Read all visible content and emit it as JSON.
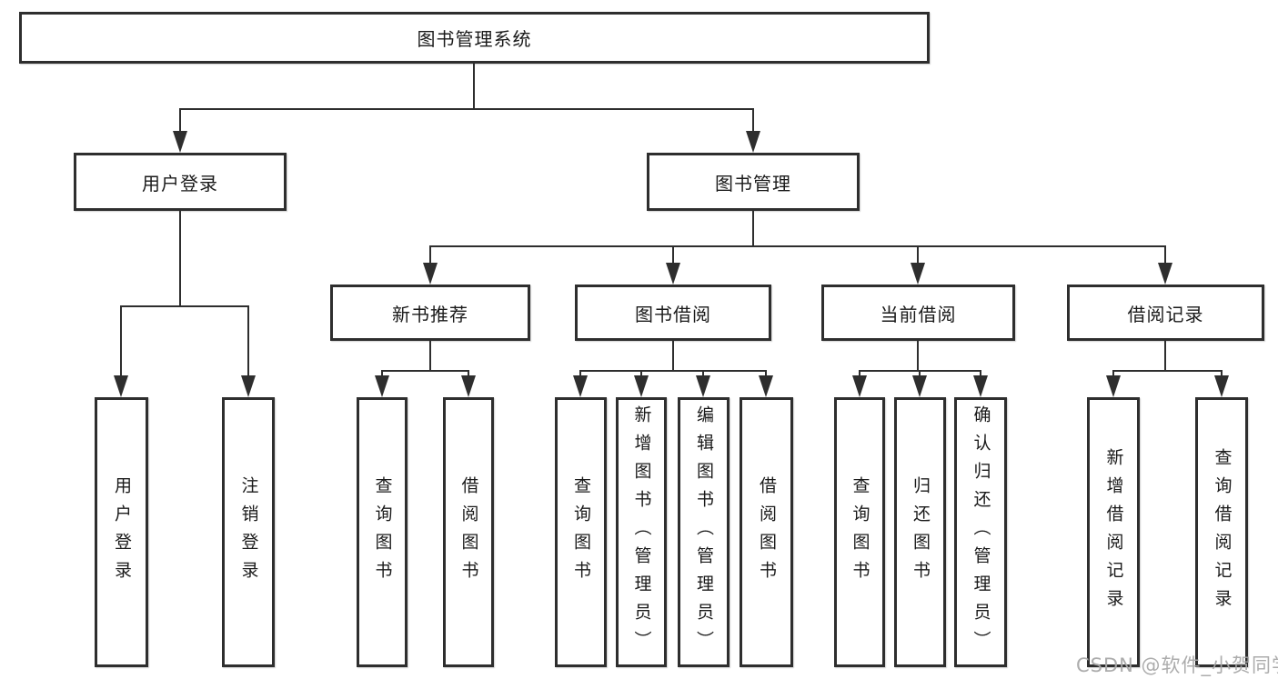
{
  "diagram": {
    "title": "图书管理系统",
    "type": "functional-structure-tree"
  },
  "tree": {
    "label": "图书管理系统",
    "children": [
      {
        "label": "用户登录",
        "children": [
          {
            "label": "用户登录"
          },
          {
            "label": "注销登录"
          }
        ]
      },
      {
        "label": "图书管理",
        "children": [
          {
            "label": "新书推荐",
            "children": [
              {
                "label": "查询图书"
              },
              {
                "label": "借阅图书"
              }
            ]
          },
          {
            "label": "图书借阅",
            "children": [
              {
                "label": "查询图书"
              },
              {
                "label": "新增图书（管理员）"
              },
              {
                "label": "编辑图书（管理员）"
              },
              {
                "label": "借阅图书"
              }
            ]
          },
          {
            "label": "当前借阅",
            "children": [
              {
                "label": "查询图书"
              },
              {
                "label": "归还图书"
              },
              {
                "label": "确认归还（管理员）"
              }
            ]
          },
          {
            "label": "借阅记录",
            "children": [
              {
                "label": "新增借阅记录"
              },
              {
                "label": "查询借阅记录"
              }
            ]
          }
        ]
      }
    ]
  },
  "watermark": {
    "text": "CSDN @软件_小贺同学"
  },
  "colors": {
    "line": "#2e2e2e",
    "box_border": "#2e2e2e",
    "text": "#1a1a1a",
    "watermark": "#a8a8a8",
    "background": "#ffffff"
  }
}
